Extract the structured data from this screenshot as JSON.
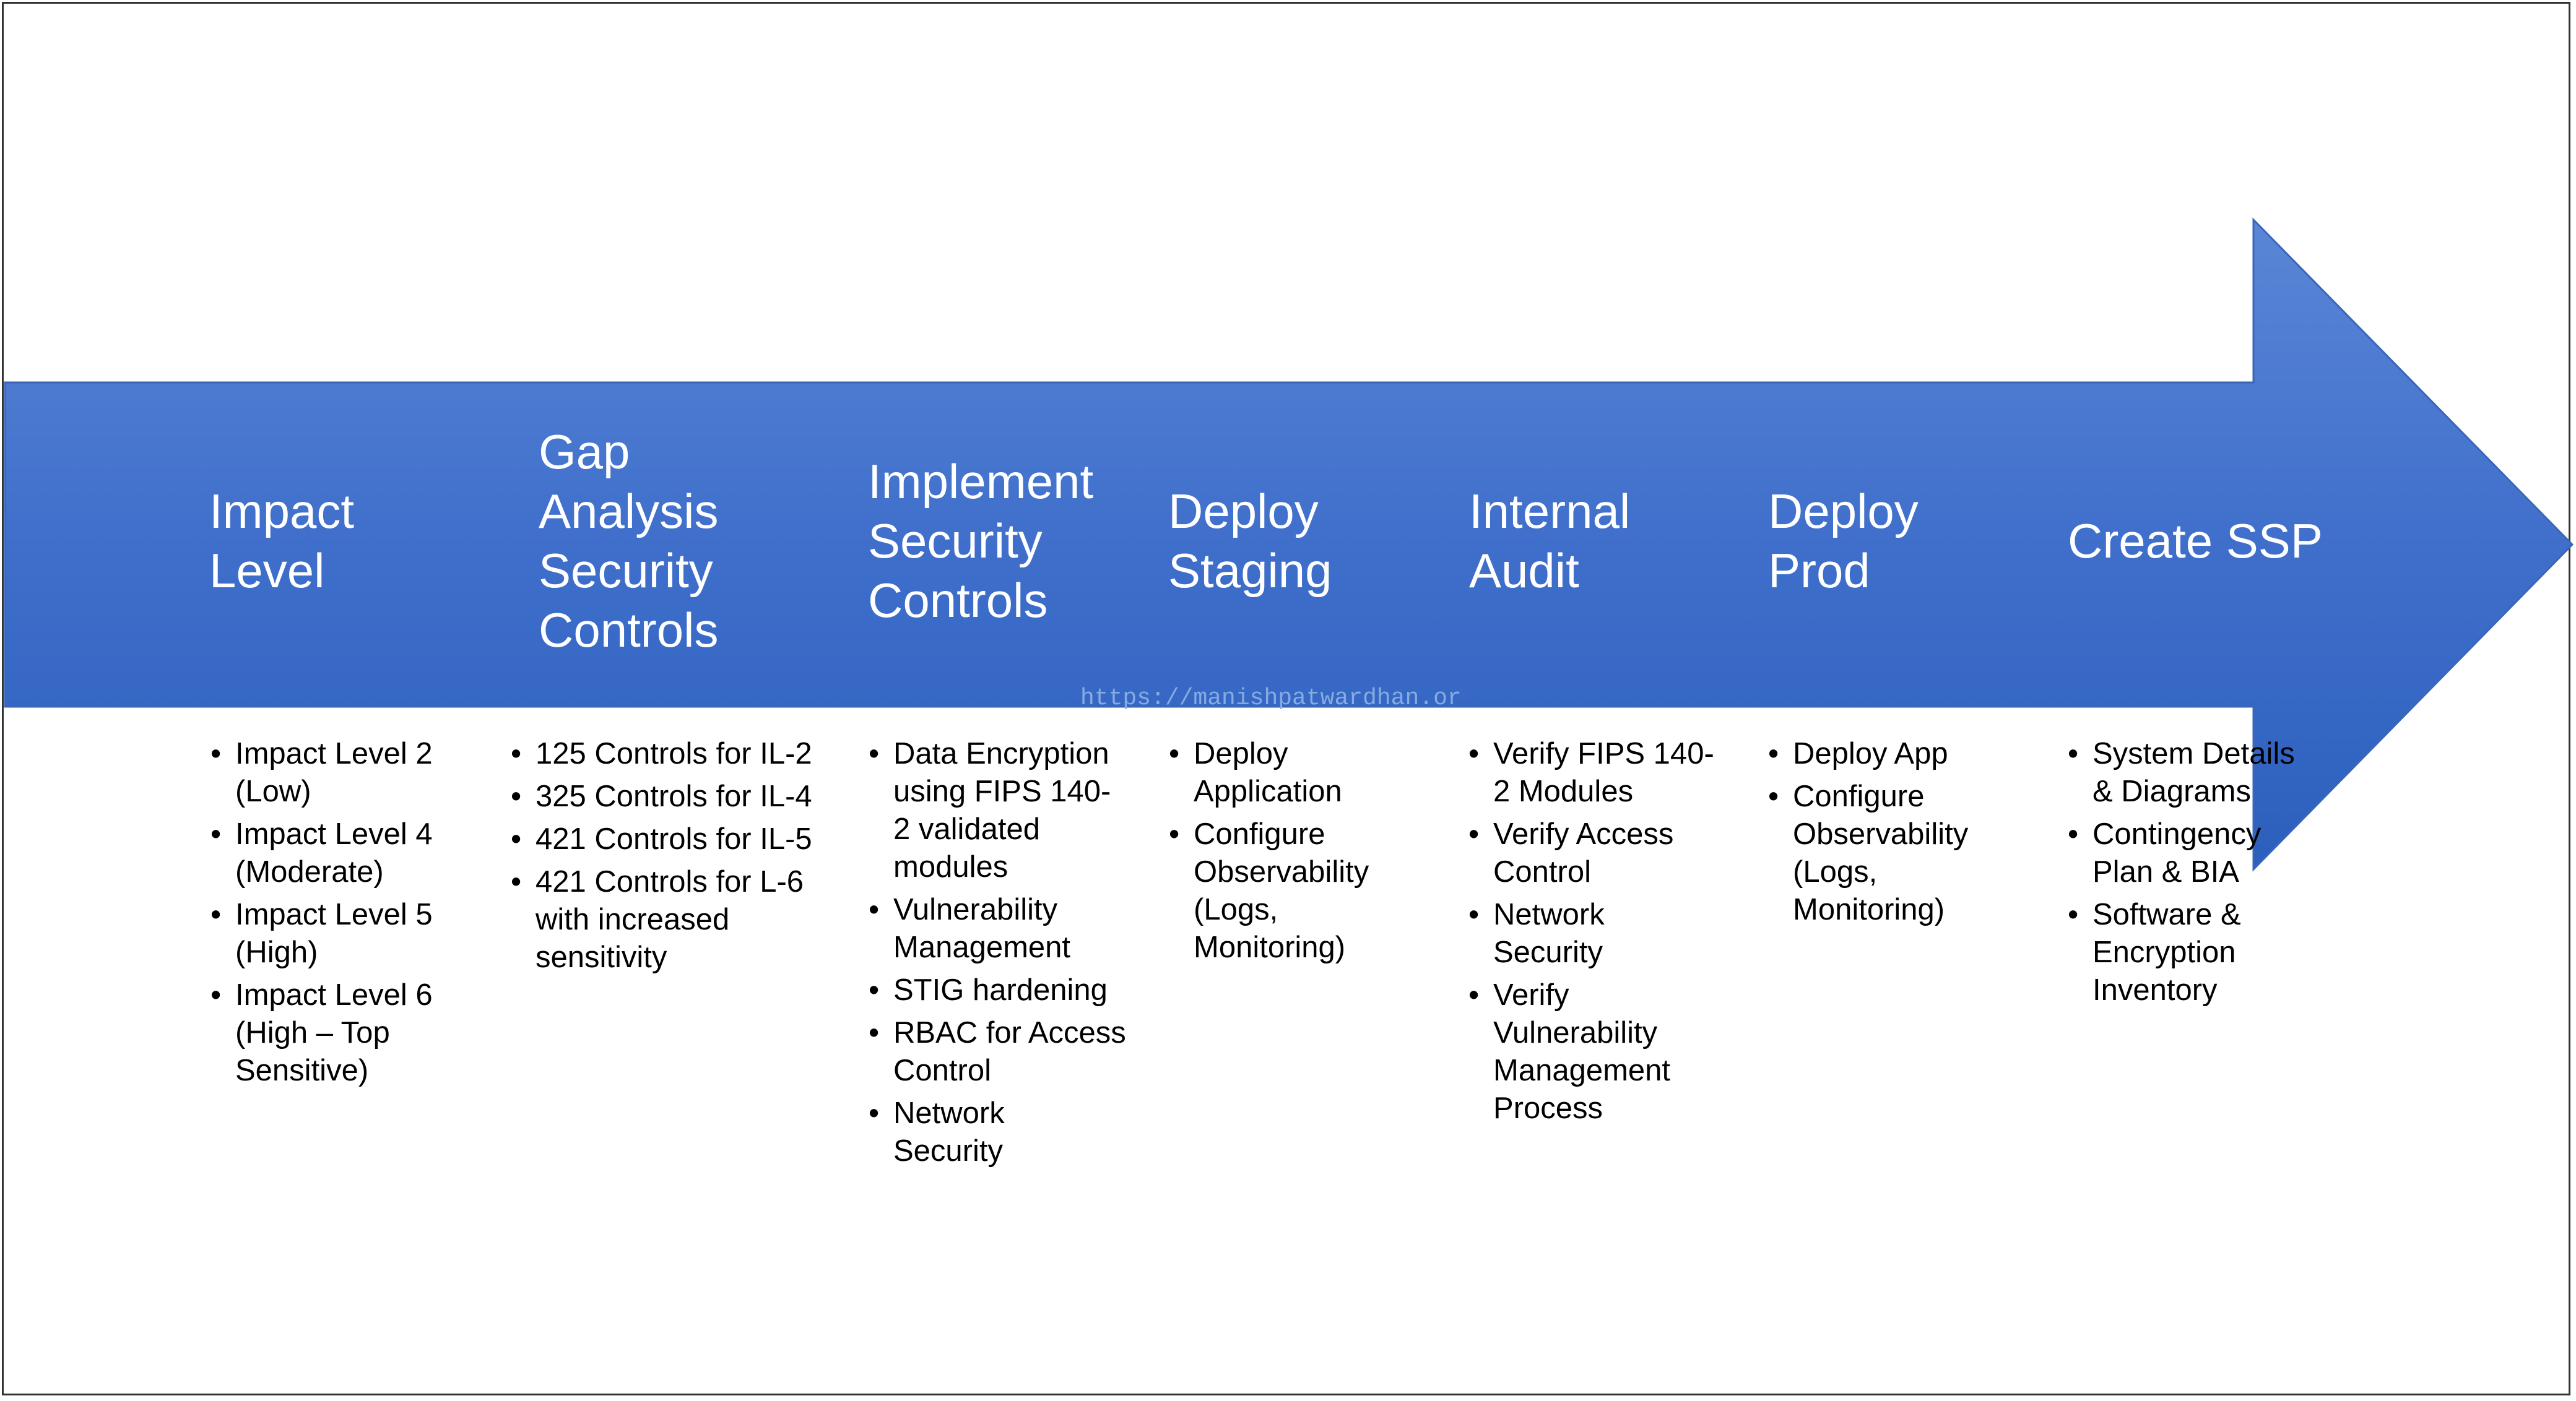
{
  "colors": {
    "arrow_top": "#4f7fd3",
    "arrow_bottom": "#2f63c0",
    "title_text": "#ffffff",
    "body_text": "#000000"
  },
  "watermark": "https://manishpatwardhan.org",
  "stages": [
    {
      "title": "Impact\nLevel",
      "items": [
        "Impact Level 2\n(Low)",
        "Impact Level 4\n(Moderate)",
        "Impact Level 5\n(High)",
        "Impact Level 6\n(High – Top\nSensitive)"
      ]
    },
    {
      "title": "Gap\nAnalysis\nSecurity\nControls",
      "items": [
        "125 Controls for IL-2",
        "325 Controls for IL-4",
        "421 Controls for IL-5",
        "421 Controls for L-6\nwith increased\nsensitivity"
      ]
    },
    {
      "title": "Implement\nSecurity\nControls",
      "items": [
        "Data Encryption\nusing FIPS 140-\n2 validated\nmodules",
        "Vulnerability\nManagement",
        "STIG hardening",
        "RBAC for Access\nControl",
        "Network\nSecurity"
      ]
    },
    {
      "title": "Deploy\nStaging",
      "items": [
        "Deploy\nApplication",
        "Configure\nObservability\n(Logs,\nMonitoring)"
      ]
    },
    {
      "title": "Internal\nAudit",
      "items": [
        "Verify FIPS 140-\n2 Modules",
        "Verify Access\nControl",
        "Network\nSecurity",
        "Verify\nVulnerability\nManagement\nProcess"
      ]
    },
    {
      "title": "Deploy\nProd",
      "items": [
        "Deploy App",
        "Configure\nObservability\n(Logs,\nMonitoring)"
      ]
    },
    {
      "title": "Create SSP",
      "items": [
        "System Details\n& Diagrams",
        "Contingency\nPlan & BIA",
        "Software &\nEncryption\nInventory"
      ]
    }
  ]
}
